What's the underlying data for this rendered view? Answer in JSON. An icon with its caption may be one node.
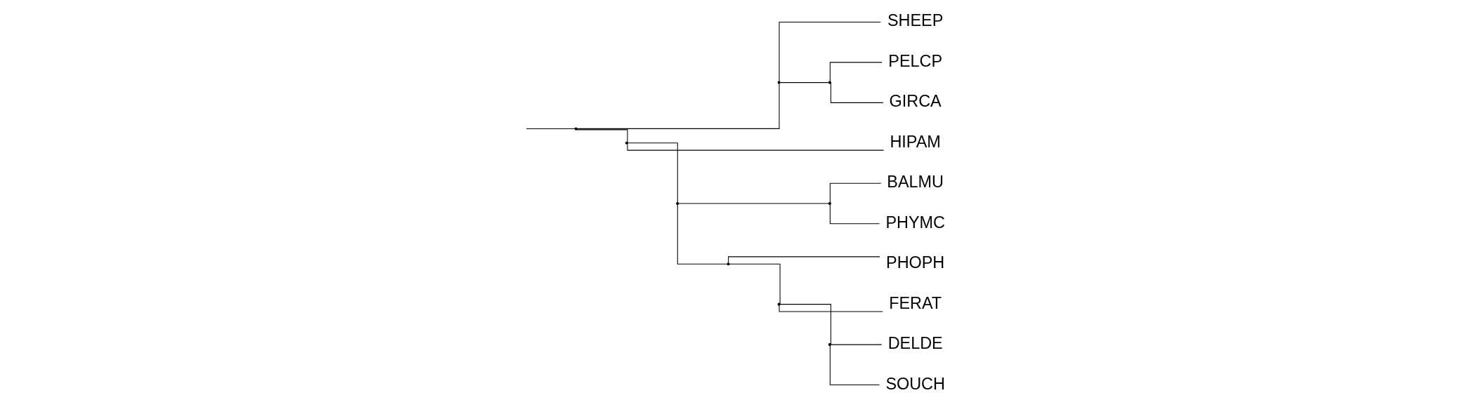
{
  "diagram": {
    "nodes": [
      {
        "text": [
          "SHEEP"
        ]
      },
      {
        "text": [
          "PELCP"
        ]
      },
      {
        "text": [
          "GIRCA"
        ]
      },
      {
        "text": [
          "HIPAM"
        ]
      },
      {
        "text": [
          "BALMU"
        ]
      },
      {
        "text": [
          "PHYMC"
        ]
      },
      {
        "text": [
          "PHOPH"
        ]
      },
      {
        "text": [
          "FERAT"
        ]
      },
      {
        "text": [
          "DELDE"
        ]
      },
      {
        "text": [
          "SOUCH"
        ]
      },
      {
        "text": [],
        "shape": "point"
      },
      {
        "text": [],
        "shape": "point"
      },
      {
        "text": [],
        "shape": "point"
      },
      {
        "text": [],
        "shape": "point"
      },
      {
        "text": [],
        "shape": "point"
      },
      {
        "text": [],
        "shape": "point"
      },
      {
        "text": [],
        "shape": "point"
      },
      {
        "text": [],
        "shape": "point"
      },
      {
        "text": [],
        "shape": "point"
      }
    ],
    "edges": [
      {
        "from": null,
        "to": 10,
        "arrow": "none"
      },
      {
        "from": 10,
        "to": 11,
        "arrow": "none"
      },
      {
        "from": 10,
        "to": 12,
        "arrow": "none"
      },
      {
        "from": 11,
        "to": 0,
        "arrow": "none"
      },
      {
        "from": 11,
        "to": 13,
        "arrow": "none"
      },
      {
        "from": 13,
        "to": 1,
        "arrow": "none"
      },
      {
        "from": 13,
        "to": 2,
        "arrow": "none"
      },
      {
        "from": 12,
        "to": 3,
        "arrow": "none"
      },
      {
        "from": 12,
        "to": 14,
        "arrow": "none"
      },
      {
        "from": 14,
        "to": 15,
        "arrow": "none"
      },
      {
        "from": 14,
        "to": 16,
        "arrow": "none"
      },
      {
        "from": 15,
        "to": 4,
        "arrow": "none"
      },
      {
        "from": 15,
        "to": 5,
        "arrow": "none"
      },
      {
        "from": 16,
        "to": 6,
        "arrow": "none"
      },
      {
        "from": 16,
        "to": 17,
        "arrow": "none"
      },
      {
        "from": 17,
        "to": 7,
        "arrow": "none"
      },
      {
        "from": 17,
        "to": 18,
        "arrow": "none"
      },
      {
        "from": 18,
        "to": 8,
        "arrow": "none"
      },
      {
        "from": 18,
        "to": 9,
        "arrow": "none"
      }
    ]
  }
}
